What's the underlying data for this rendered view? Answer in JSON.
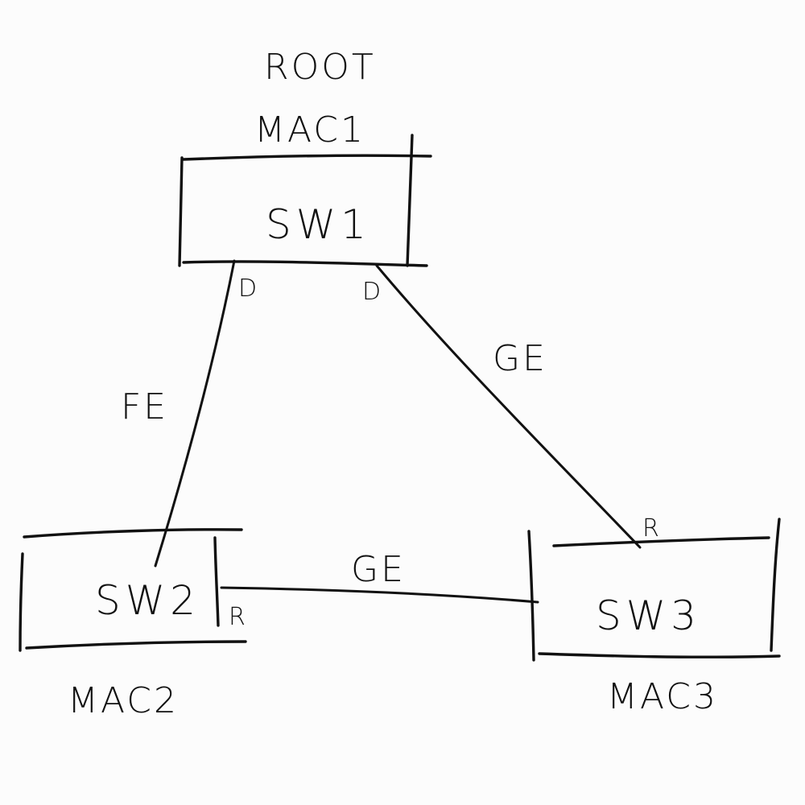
{
  "nodes": {
    "sw1": {
      "name": "SW1",
      "role": "ROOT",
      "mac": "MAC1"
    },
    "sw2": {
      "name": "SW2",
      "mac": "MAC2"
    },
    "sw3": {
      "name": "SW3",
      "mac": "MAC3"
    }
  },
  "links": [
    {
      "id": "sw1-sw2",
      "type": "FE",
      "ports": {
        "sw1": "D"
      }
    },
    {
      "id": "sw1-sw3",
      "type": "GE",
      "ports": {
        "sw1": "D",
        "sw3": "R"
      }
    },
    {
      "id": "sw2-sw3",
      "type": "GE",
      "ports": {
        "sw2": "R"
      }
    }
  ],
  "colors": {
    "ink": "#111111",
    "paper": "#fcfcfc"
  }
}
